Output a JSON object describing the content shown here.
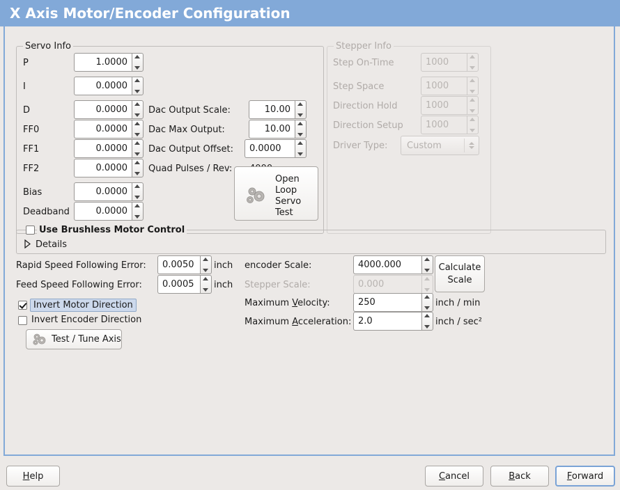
{
  "window": {
    "title": "X Axis Motor/Encoder Configuration",
    "title_bg": "#82a9d8",
    "body_bg": "#ece9e7",
    "accent": "#7aa3d6"
  },
  "servo_info": {
    "legend": "Servo Info",
    "fields": [
      {
        "label": "P",
        "value": "1.0000"
      },
      {
        "label": "I",
        "value": "0.0000"
      },
      {
        "label": "D",
        "value": "0.0000"
      },
      {
        "label": "FF0",
        "value": "0.0000"
      },
      {
        "label": "FF1",
        "value": "0.0000"
      },
      {
        "label": "FF2",
        "value": "0.0000"
      },
      {
        "label": "Bias",
        "value": "0.0000"
      },
      {
        "label": "Deadband",
        "value": "0.0000"
      }
    ],
    "dac": [
      {
        "label": "Dac Output Scale:",
        "value": "10.00"
      },
      {
        "label": "Dac Max Output:",
        "value": "10.00"
      },
      {
        "label": "Dac Output Offset:",
        "value": "0.0000"
      }
    ],
    "quad_pulses_label": "Quad Pulses / Rev:",
    "quad_pulses_value": "4000",
    "open_loop_button": {
      "line1": "Open",
      "line2": "Loop",
      "line3": "Servo",
      "line4": "Test",
      "icon": "gears-icon"
    }
  },
  "stepper_info": {
    "legend": "Stepper Info",
    "disabled": true,
    "fields": [
      {
        "label": "Step On-Time",
        "value": "1000"
      },
      {
        "label": "Step Space",
        "value": "1000"
      },
      {
        "label": "Direction Hold",
        "value": "1000"
      },
      {
        "label": "Direction Setup",
        "value": "1000"
      }
    ],
    "driver_type_label": "Driver Type:",
    "driver_type_value": "Custom"
  },
  "brushless": {
    "checkbox_label": "Use Brushless Motor Control",
    "checked": false,
    "details_label": "Details",
    "details_expanded": false
  },
  "tuning": {
    "rapid_following_error_label": "Rapid Speed Following Error:",
    "rapid_following_error_value": "0.0050",
    "rapid_following_error_unit": "inch",
    "feed_following_error_label": "Feed Speed Following Error:",
    "feed_following_error_value": "0.0005",
    "feed_following_error_unit": "inch",
    "invert_motor_label": "Invert Motor Direction",
    "invert_motor_checked": true,
    "invert_encoder_label": "Invert Encoder Direction",
    "invert_encoder_checked": false,
    "test_tune_button": "Test / Tune Axis"
  },
  "scaling": {
    "encoder_scale_label": "encoder Scale:",
    "encoder_scale_value": "4000.000",
    "stepper_scale_label": "Stepper Scale:",
    "stepper_scale_value": "0.000",
    "stepper_scale_disabled": true,
    "calculate_scale_line1": "Calculate",
    "calculate_scale_line2": "Scale",
    "max_velocity_label_pre": "Maximum ",
    "max_velocity_label_mnemonic": "V",
    "max_velocity_label_post": "elocity:",
    "max_velocity_value": "250",
    "max_velocity_unit": "inch / min",
    "max_accel_label_pre": "Maximum ",
    "max_accel_label_mnemonic": "A",
    "max_accel_label_post": "cceleration:",
    "max_accel_value": "2.0",
    "max_accel_unit": "inch / sec²"
  },
  "footer": {
    "help_pre": "",
    "help_mnemonic": "H",
    "help_post": "elp",
    "cancel_mnemonic": "C",
    "cancel_post": "ancel",
    "back_mnemonic": "B",
    "back_post": "ack",
    "forward_mnemonic": "F",
    "forward_post": "orward"
  }
}
